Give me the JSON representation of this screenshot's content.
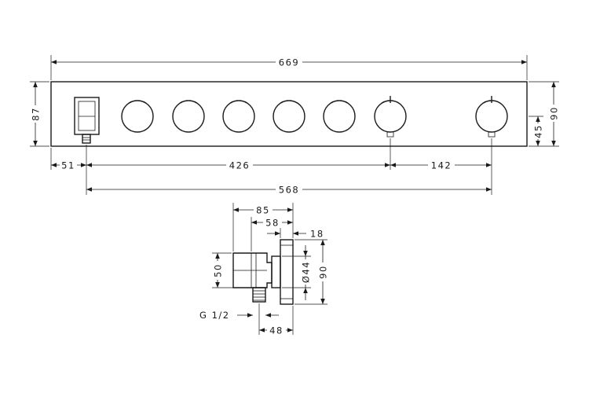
{
  "front_view": {
    "dimensions": {
      "overall_width": "669",
      "height": "87",
      "height_right": "90",
      "valve_center_height": "45",
      "left_offset": "51",
      "span": "426",
      "right_span": "142",
      "total_span": "568"
    }
  },
  "side_view": {
    "dimensions": {
      "depth_85": "85",
      "depth_58": "58",
      "plate_18": "18",
      "height_50": "50",
      "diameter_44": "Ø44",
      "height_90": "90",
      "thread": "G 1/2",
      "offset_48": "48"
    }
  }
}
